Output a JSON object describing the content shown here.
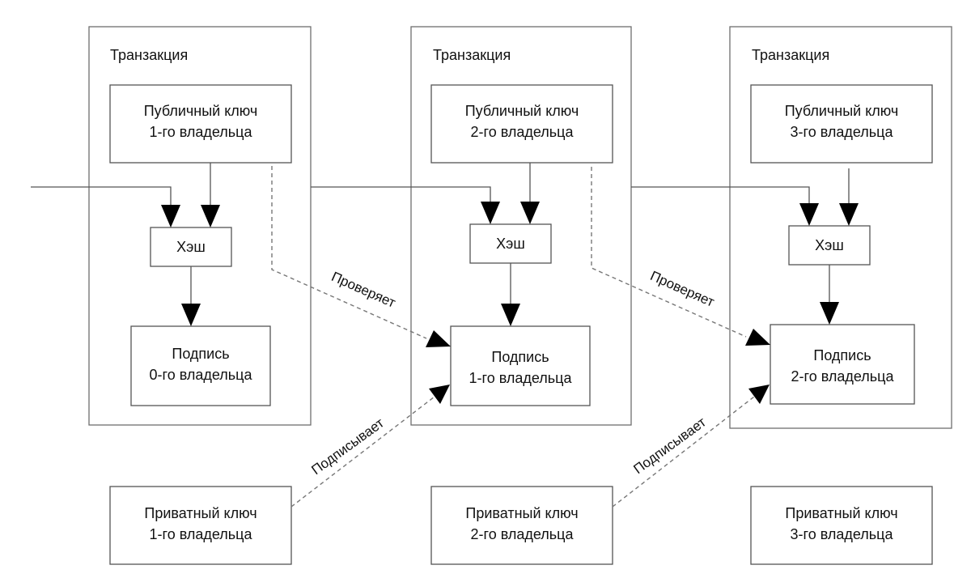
{
  "transactions": [
    {
      "title": "Транзакция",
      "public_key": [
        "Публичный ключ",
        "1-го владельца"
      ],
      "hash": "Хэш",
      "signature": [
        "Подпись",
        "0-го владельца"
      ]
    },
    {
      "title": "Транзакция",
      "public_key": [
        "Публичный ключ",
        "2-го владельца"
      ],
      "hash": "Хэш",
      "signature": [
        "Подпись",
        "1-го владельца"
      ]
    },
    {
      "title": "Транзакция",
      "public_key": [
        "Публичный ключ",
        "3-го владельца"
      ],
      "hash": "Хэш",
      "signature": [
        "Подпись",
        "2-го владельца"
      ]
    }
  ],
  "private_keys": [
    [
      "Приватный ключ",
      "1-го владельца"
    ],
    [
      "Приватный ключ",
      "2-го владельца"
    ],
    [
      "Приватный ключ",
      "3-го владельца"
    ]
  ],
  "edge_labels": {
    "verifies": "Проверяет",
    "signs": "Подписывает"
  }
}
